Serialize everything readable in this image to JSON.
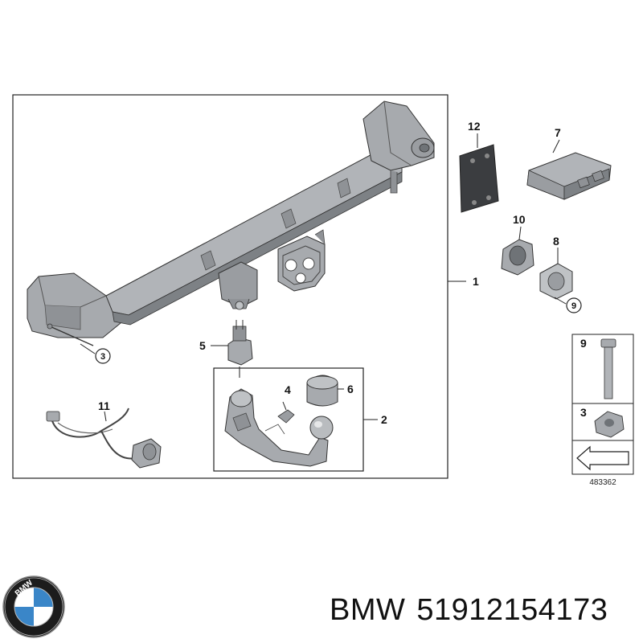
{
  "diagram": {
    "callouts": {
      "c1": "1",
      "c2": "2",
      "c3a": "3",
      "c4": "4",
      "c5": "5",
      "c6": "6",
      "c7": "7",
      "c8": "8",
      "c9a": "9",
      "c10": "10",
      "c11": "11",
      "c12": "12"
    },
    "legend": {
      "row1": "9",
      "row2": "3"
    },
    "diagram_id": "483362"
  },
  "logo": {
    "brand_letters": "BMW"
  },
  "footer": {
    "brand": "BMW",
    "part_number": "51912154173"
  },
  "colors": {
    "part_fill": "#a7aaae",
    "part_dark": "#6f7377",
    "line": "#222222",
    "dark_part": "#3b3d40"
  }
}
